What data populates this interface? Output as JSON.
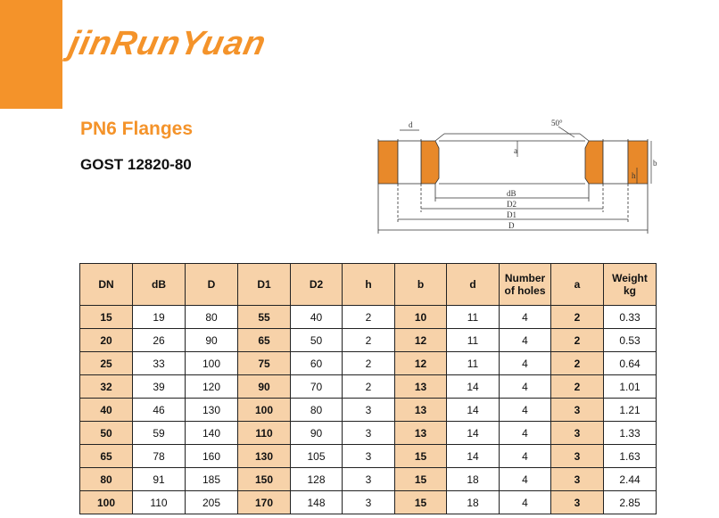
{
  "brand": {
    "logo_text": "jinRunYuan"
  },
  "heading": {
    "title": "PN6 Flanges",
    "standard": "GOST 12820-80"
  },
  "diagram": {
    "labels": {
      "d": "d",
      "angle": "50°",
      "a": "a",
      "h": "h",
      "b": "b",
      "dB": "dB",
      "D2": "D2",
      "D1": "D1",
      "D": "D"
    },
    "colors": {
      "fill": "#e8892a",
      "line": "#333333"
    }
  },
  "table": {
    "columns": [
      "DN",
      "dB",
      "D",
      "D1",
      "D2",
      "h",
      "b",
      "d",
      "Number\nof holes",
      "a",
      "Weight\nkg"
    ],
    "rows": [
      [
        "15",
        "19",
        "80",
        "55",
        "40",
        "2",
        "10",
        "11",
        "4",
        "2",
        "0.33"
      ],
      [
        "20",
        "26",
        "90",
        "65",
        "50",
        "2",
        "12",
        "11",
        "4",
        "2",
        "0.53"
      ],
      [
        "25",
        "33",
        "100",
        "75",
        "60",
        "2",
        "12",
        "11",
        "4",
        "2",
        "0.64"
      ],
      [
        "32",
        "39",
        "120",
        "90",
        "70",
        "2",
        "13",
        "14",
        "4",
        "2",
        "1.01"
      ],
      [
        "40",
        "46",
        "130",
        "100",
        "80",
        "3",
        "13",
        "14",
        "4",
        "3",
        "1.21"
      ],
      [
        "50",
        "59",
        "140",
        "110",
        "90",
        "3",
        "13",
        "14",
        "4",
        "3",
        "1.33"
      ],
      [
        "65",
        "78",
        "160",
        "130",
        "105",
        "3",
        "15",
        "14",
        "4",
        "3",
        "1.63"
      ],
      [
        "80",
        "91",
        "185",
        "150",
        "128",
        "3",
        "15",
        "18",
        "4",
        "3",
        "2.44"
      ],
      [
        "100",
        "110",
        "205",
        "170",
        "148",
        "3",
        "15",
        "18",
        "4",
        "3",
        "2.85"
      ]
    ],
    "highlight_columns": [
      0,
      3,
      6,
      9
    ],
    "colors": {
      "highlight": "#f7d2a9",
      "border": "#222222"
    }
  },
  "colors": {
    "accent": "#f4932a"
  }
}
